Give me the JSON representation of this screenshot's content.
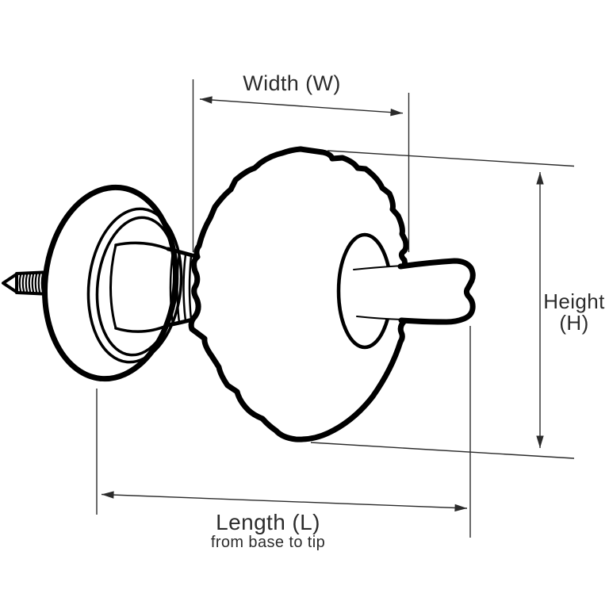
{
  "canvas": {
    "background": "#ffffff",
    "line_color": "#000000",
    "dimension_color": "#2b2b2b",
    "text_color": "#2b2b2b"
  },
  "annotations": {
    "width": {
      "label": "Width (W)"
    },
    "height": {
      "label_line1": "Height",
      "label_line2": "(H)"
    },
    "length": {
      "label": "Length (L)",
      "sublabel": "from base to tip"
    }
  }
}
